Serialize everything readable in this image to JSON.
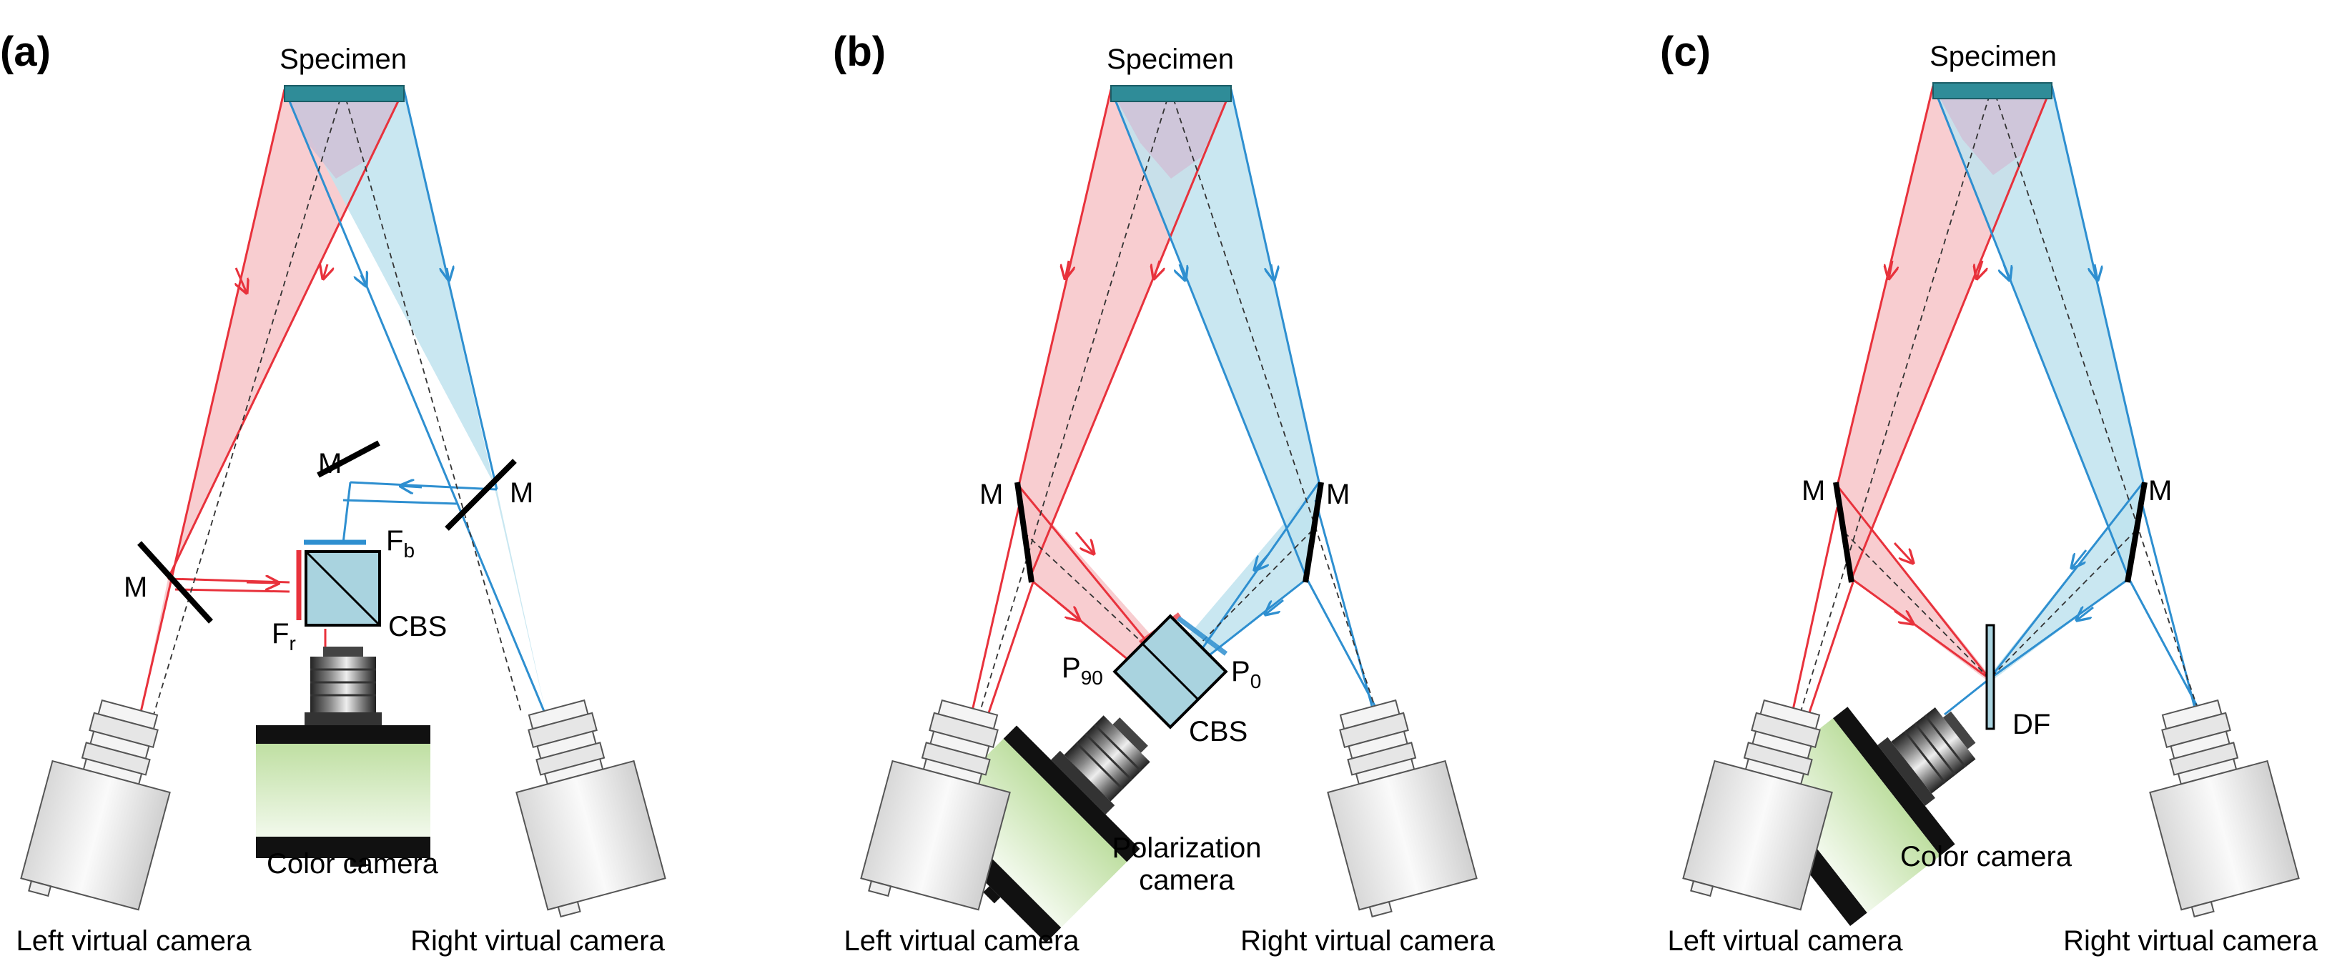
{
  "panels": [
    {
      "panel_label": "(a)",
      "specimen_label": "Specimen",
      "left_camera_label": "Left virtual camera",
      "right_camera_label": "Right virtual camera",
      "camera_label": "Color camera",
      "camera_label_line2": "",
      "mirror_labels": [
        "M",
        "M",
        "M"
      ],
      "beam_splitter_label": "CBS",
      "filter_blue_label": "F",
      "filter_blue_sub": "b",
      "filter_red_label": "F",
      "filter_red_sub": "r"
    },
    {
      "panel_label": "(b)",
      "specimen_label": "Specimen",
      "left_camera_label": "Left virtual camera",
      "right_camera_label": "Right virtual camera",
      "camera_label": "Polarization",
      "camera_label_line2": "camera",
      "mirror_labels": [
        "M",
        "M"
      ],
      "beam_splitter_label": "CBS",
      "polarizer_left_label": "P",
      "polarizer_left_sub": "90",
      "polarizer_right_label": "P",
      "polarizer_right_sub": "0"
    },
    {
      "panel_label": "(c)",
      "specimen_label": "Specimen",
      "left_camera_label": "Left virtual camera",
      "right_camera_label": "Right virtual camera",
      "camera_label": "Color camera",
      "camera_label_line2": "",
      "mirror_labels": [
        "M",
        "M"
      ],
      "dichroic_label": "DF"
    }
  ],
  "colors": {
    "red_beam": "#e8323c",
    "red_fill": "#f7c4c8",
    "blue_beam": "#2e8fd0",
    "blue_fill": "#bfe3ef",
    "overlap_fill": "#cfc3d8",
    "specimen": "#2f8c98",
    "camera_body_green": "#d6ecc0",
    "mirror": "#000000"
  }
}
